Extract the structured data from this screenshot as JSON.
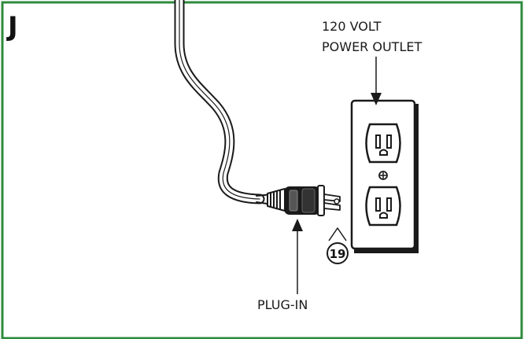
{
  "panel": {
    "letter": "J",
    "border_color": "#2e8b3e"
  },
  "labels": {
    "outlet_line1": "120 VOLT",
    "outlet_line2": "POWER OUTLET",
    "plug": "PLUG-IN"
  },
  "step": {
    "number": "19"
  }
}
